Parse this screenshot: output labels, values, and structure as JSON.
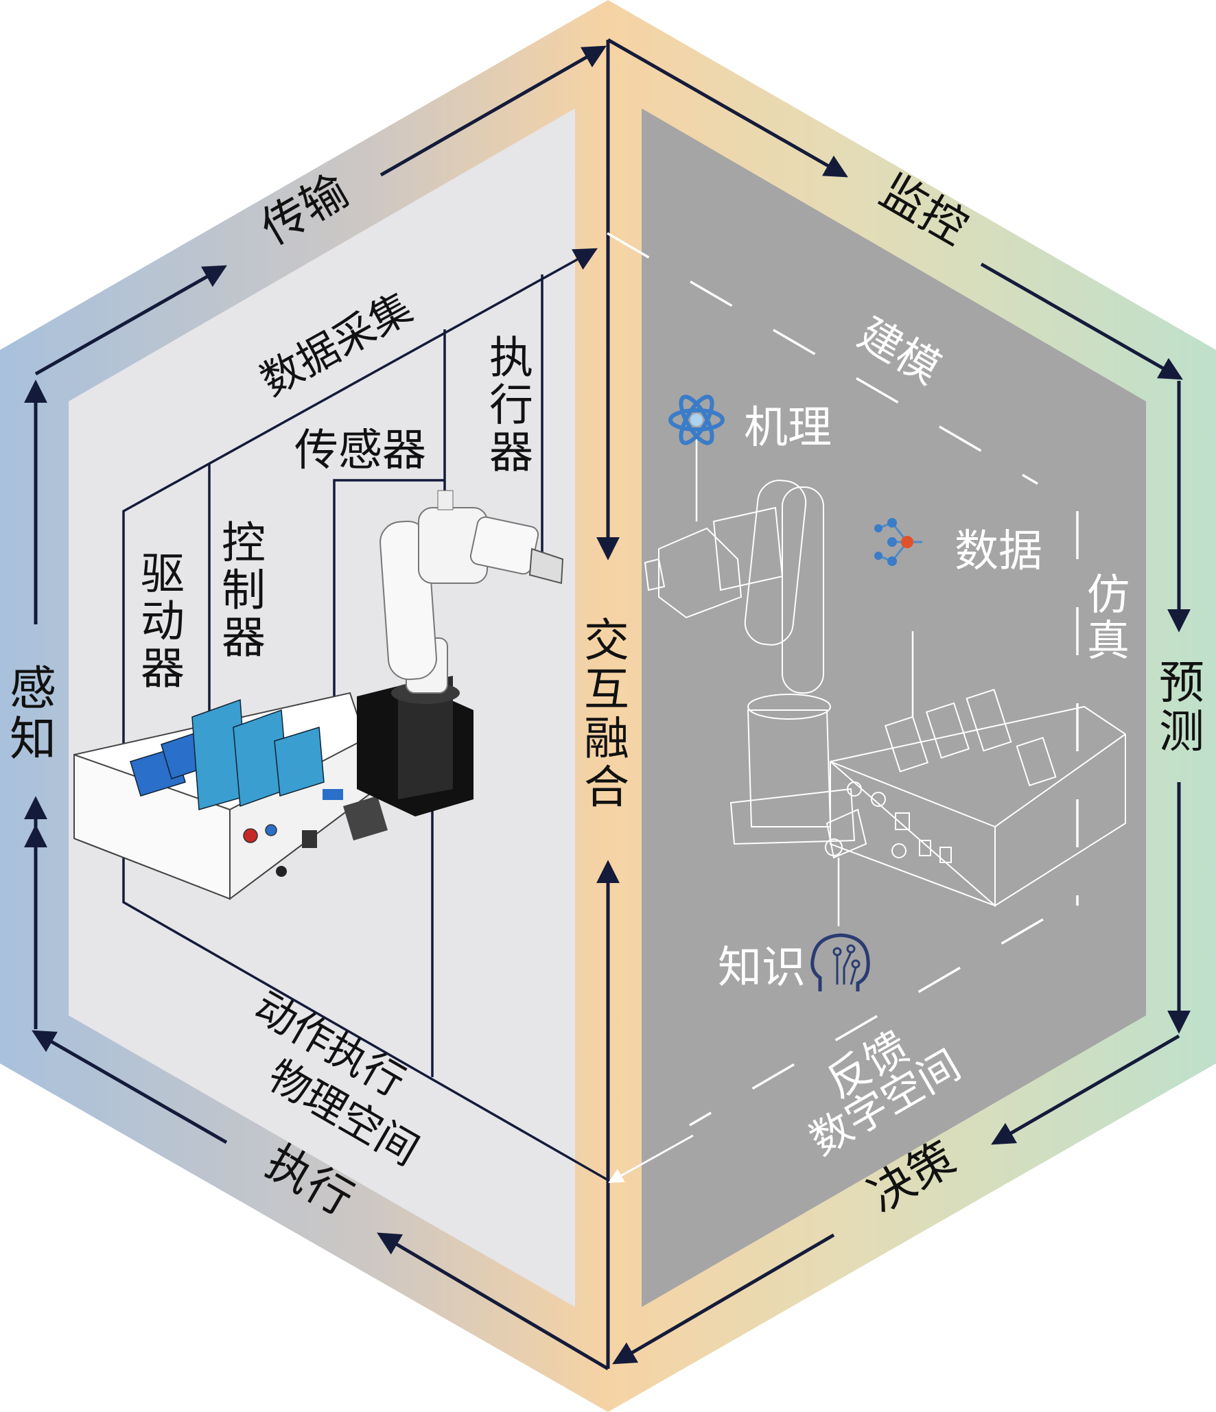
{
  "colors": {
    "border_left": "#a9c1dc",
    "border_right": "#bfe0cb",
    "border_center": "#f6d3a4",
    "physical_panel": "#e6e5e8",
    "digital_panel": "#a5a5a5",
    "arrow": "#141b3a",
    "white_text": "#ffffff",
    "dark_text": "#111111"
  },
  "outer_loop": {
    "perceive": "感知",
    "transmit": "传输",
    "monitor": "监控",
    "predict": "预测",
    "decide": "决策",
    "execute": "执行"
  },
  "center_column": {
    "interaction": "交互融合"
  },
  "physical_space": {
    "title": "物理空间",
    "data_collection": "数据采集",
    "action_execution": "动作执行",
    "driver": "驱动器",
    "controller": "控制器",
    "sensor": "传感器",
    "actuator": "执行器"
  },
  "digital_space": {
    "title": "数字空间",
    "modeling": "建模",
    "simulation": "仿真",
    "feedback": "反馈",
    "mechanism": "机理",
    "data": "数据",
    "knowledge": "知识",
    "icons": {
      "mechanism": "atom-icon",
      "data": "neural-network-icon",
      "knowledge": "brain-circuit-icon"
    }
  }
}
